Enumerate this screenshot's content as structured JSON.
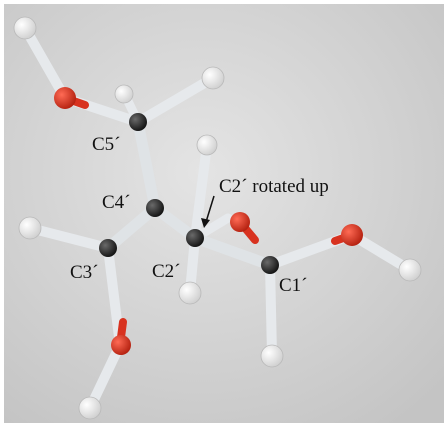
{
  "figure": {
    "subject": "ball-and-stick molecular model of a five-carbon sugar chain",
    "colors": {
      "background": "#ffffff",
      "photo_backdrop": "#c9c9c9",
      "carbon": "#2a2a2a",
      "oxygen": "#d8321f",
      "hydrogen": "#f3f3f3",
      "bond_glass": "#dfe3e6"
    }
  },
  "labels": {
    "c5": "C5´",
    "c4": "C4´",
    "c3": "C3´",
    "c2": "C2´",
    "c1": "C1´",
    "c2_callout": "C2´ rotated up"
  }
}
